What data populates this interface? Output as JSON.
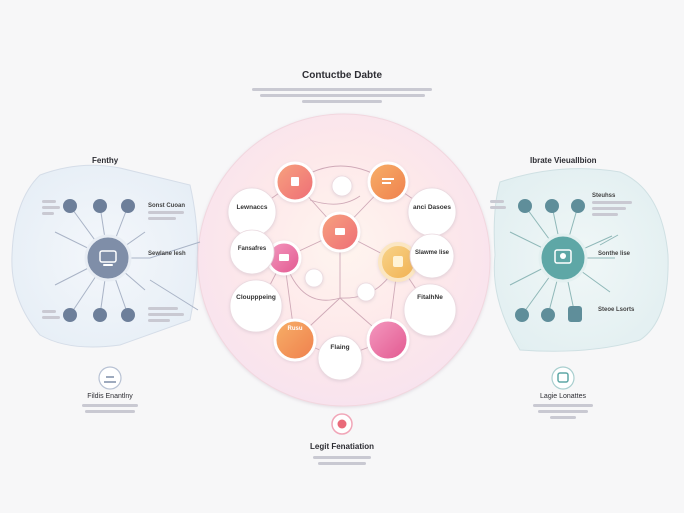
{
  "header": {
    "title": "Contuctbe Dabte"
  },
  "left_panel": {
    "title": "Fenthy",
    "labels": {
      "top_right": "Sonst Cuoan",
      "mid_right": "Sewlane lesh"
    }
  },
  "right_panel": {
    "title": "Ibrate Vieuallbion",
    "labels": {
      "top_right": "Steuhss",
      "mid_right": "Sonthe lise",
      "bottom_right": "Steoe Lsorts"
    }
  },
  "center": {
    "nodes": {
      "lewnaccs": "Lewnaccs",
      "fansafres": "Fansafres",
      "clupypeoing": "Cloupppeing",
      "ancd_dasoes": "anci Dasoes",
      "slawme_ise": "Slawme lise",
      "fitaiiep": "FitalhNe",
      "flaing": "Flaing",
      "rusu": "Rusu"
    }
  },
  "bottom": {
    "left_title": "Fildis Enantlny",
    "right_title": "Lagie Lonattes",
    "center_title": "Legit Fenatiation"
  },
  "colors": {
    "orange": "#f2934f",
    "pink": "#e96ba3",
    "coral": "#f07a6a",
    "yellow": "#f4c36d",
    "slate": "#7f8ea8",
    "teal": "#5ea7a6"
  }
}
